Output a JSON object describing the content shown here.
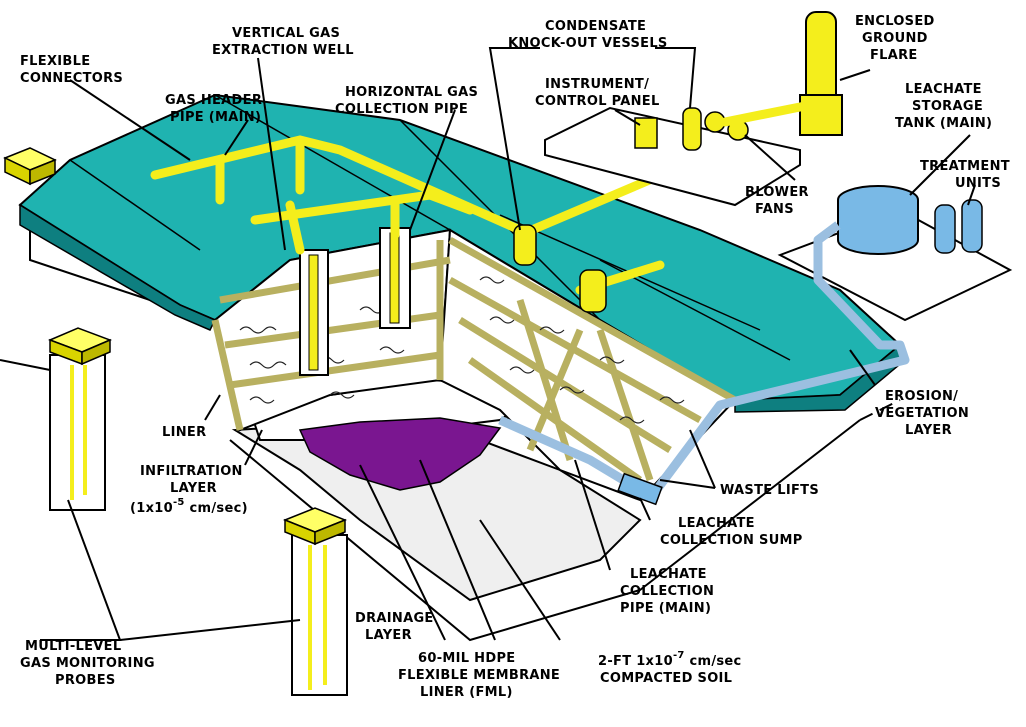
{
  "colors": {
    "cap": "#1fb3b0",
    "cap_dark": "#0e7f80",
    "pipe": "#f4ee1c",
    "liner": "#b8b060",
    "fml": "#7a1690",
    "leachate_pipe": "#9bbfe0",
    "tank": "#79b9e6"
  },
  "labels": {
    "flexible_connectors": [
      "FLEXIBLE",
      "CONNECTORS"
    ],
    "vertical_well": [
      "VERTICAL GAS",
      "EXTRACTION WELL"
    ],
    "condensate": [
      "CONDENSATE",
      "KNOCK-OUT VESSELS"
    ],
    "enclosed_flare": [
      "ENCLOSED",
      "GROUND",
      "FLARE"
    ],
    "gas_header": [
      "GAS HEADER",
      "PIPE (MAIN)"
    ],
    "horizontal_pipe": [
      "HORIZONTAL GAS",
      "COLLECTION PIPE"
    ],
    "instrument_panel": [
      "INSTRUMENT/",
      "CONTROL PANEL"
    ],
    "leachate_storage": [
      "LEACHATE",
      "STORAGE",
      "TANK (MAIN)"
    ],
    "treatment_units": [
      "TREATMENT",
      "UNITS"
    ],
    "blower_fans": [
      "BLOWER",
      "FANS"
    ],
    "erosion_layer": [
      "EROSION/",
      "VEGETATION",
      "LAYER"
    ],
    "liner": [
      "LINER"
    ],
    "infiltration": [
      "INFILTRATION",
      "LAYER"
    ],
    "infiltration_rate": {
      "base": "(1x10",
      "exp": "-5",
      "unit": " cm/sec)"
    },
    "waste_lifts": [
      "WASTE LIFTS"
    ],
    "leachate_sump": [
      "LEACHATE",
      "COLLECTION SUMP"
    ],
    "leachate_pipe": [
      "LEACHATE",
      "COLLECTION",
      "PIPE (MAIN)"
    ],
    "monitoring_probes": [
      "MULTI-LEVEL",
      "GAS MONITORING",
      "PROBES"
    ],
    "drainage": [
      "DRAINAGE",
      "LAYER"
    ],
    "fml": [
      "60-MIL HDPE",
      "FLEXIBLE MEMBRANE",
      "LINER (FML)"
    ],
    "soil_rate": {
      "base": "2-FT 1x10",
      "exp": "-7",
      "unit": " cm/sec"
    },
    "soil_name": [
      "COMPACTED SOIL"
    ]
  }
}
